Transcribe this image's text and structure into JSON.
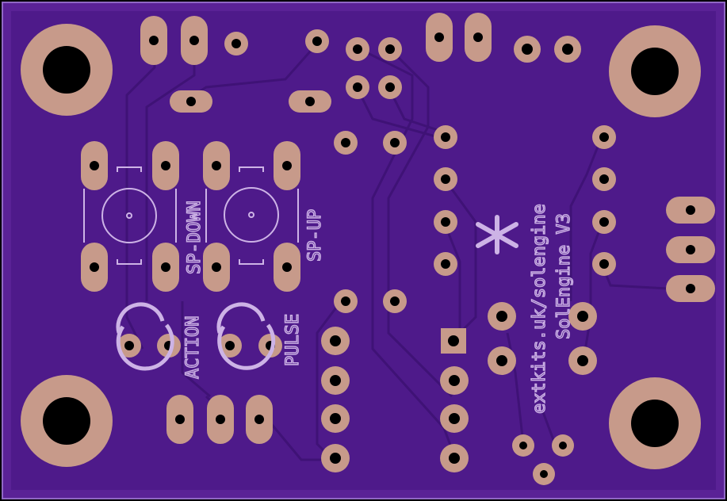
{
  "board": {
    "colors": {
      "substrate": "#5a2296",
      "copper": "#4e1a8a",
      "trace": "#3f1276",
      "pad": "#c79a8a",
      "hole": "#000000",
      "silkscreen": "#cdb3e6",
      "edge": "#8f67c4"
    },
    "labels": {
      "sp_down": "SP-DOWN",
      "sp_up": "SP-UP",
      "action": "ACTION",
      "pulse": "PULSE",
      "url": "extkits.uk/solengine",
      "product": "SolEngine V3"
    },
    "icons": [
      "mounting-hole-icon",
      "tact-switch-icon",
      "led-icon",
      "asterisk-mark-icon"
    ]
  }
}
